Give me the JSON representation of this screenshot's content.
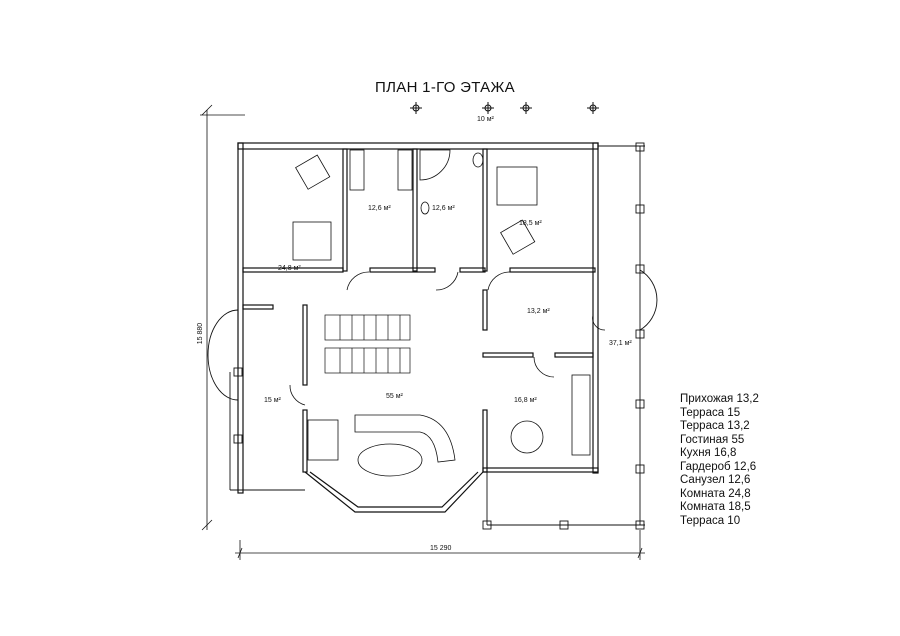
{
  "title": "ПЛАН 1-ГО ЭТАЖА",
  "rooms": {
    "r1": "24,8 м²",
    "r2": "12,6 м²",
    "r3": "12,6 м²",
    "r4": "18,5 м²",
    "r5": "13,2 м²",
    "r6": "37,1 м²",
    "r7": "15 м²",
    "r8": "55 м²",
    "r9": "16,8 м²",
    "r10": "10 м²"
  },
  "dimensions": {
    "height": "15 880",
    "width": "15 290"
  },
  "legend": [
    "Прихожая 13,2",
    "Терраса 15",
    "Терраса 13,2",
    "Гостиная 55",
    "Кухня 16,8",
    "Гардероб 12,6",
    "Санузел 12,6",
    "Комната 24,8",
    "Комната 18,5",
    "Терраса 10"
  ]
}
